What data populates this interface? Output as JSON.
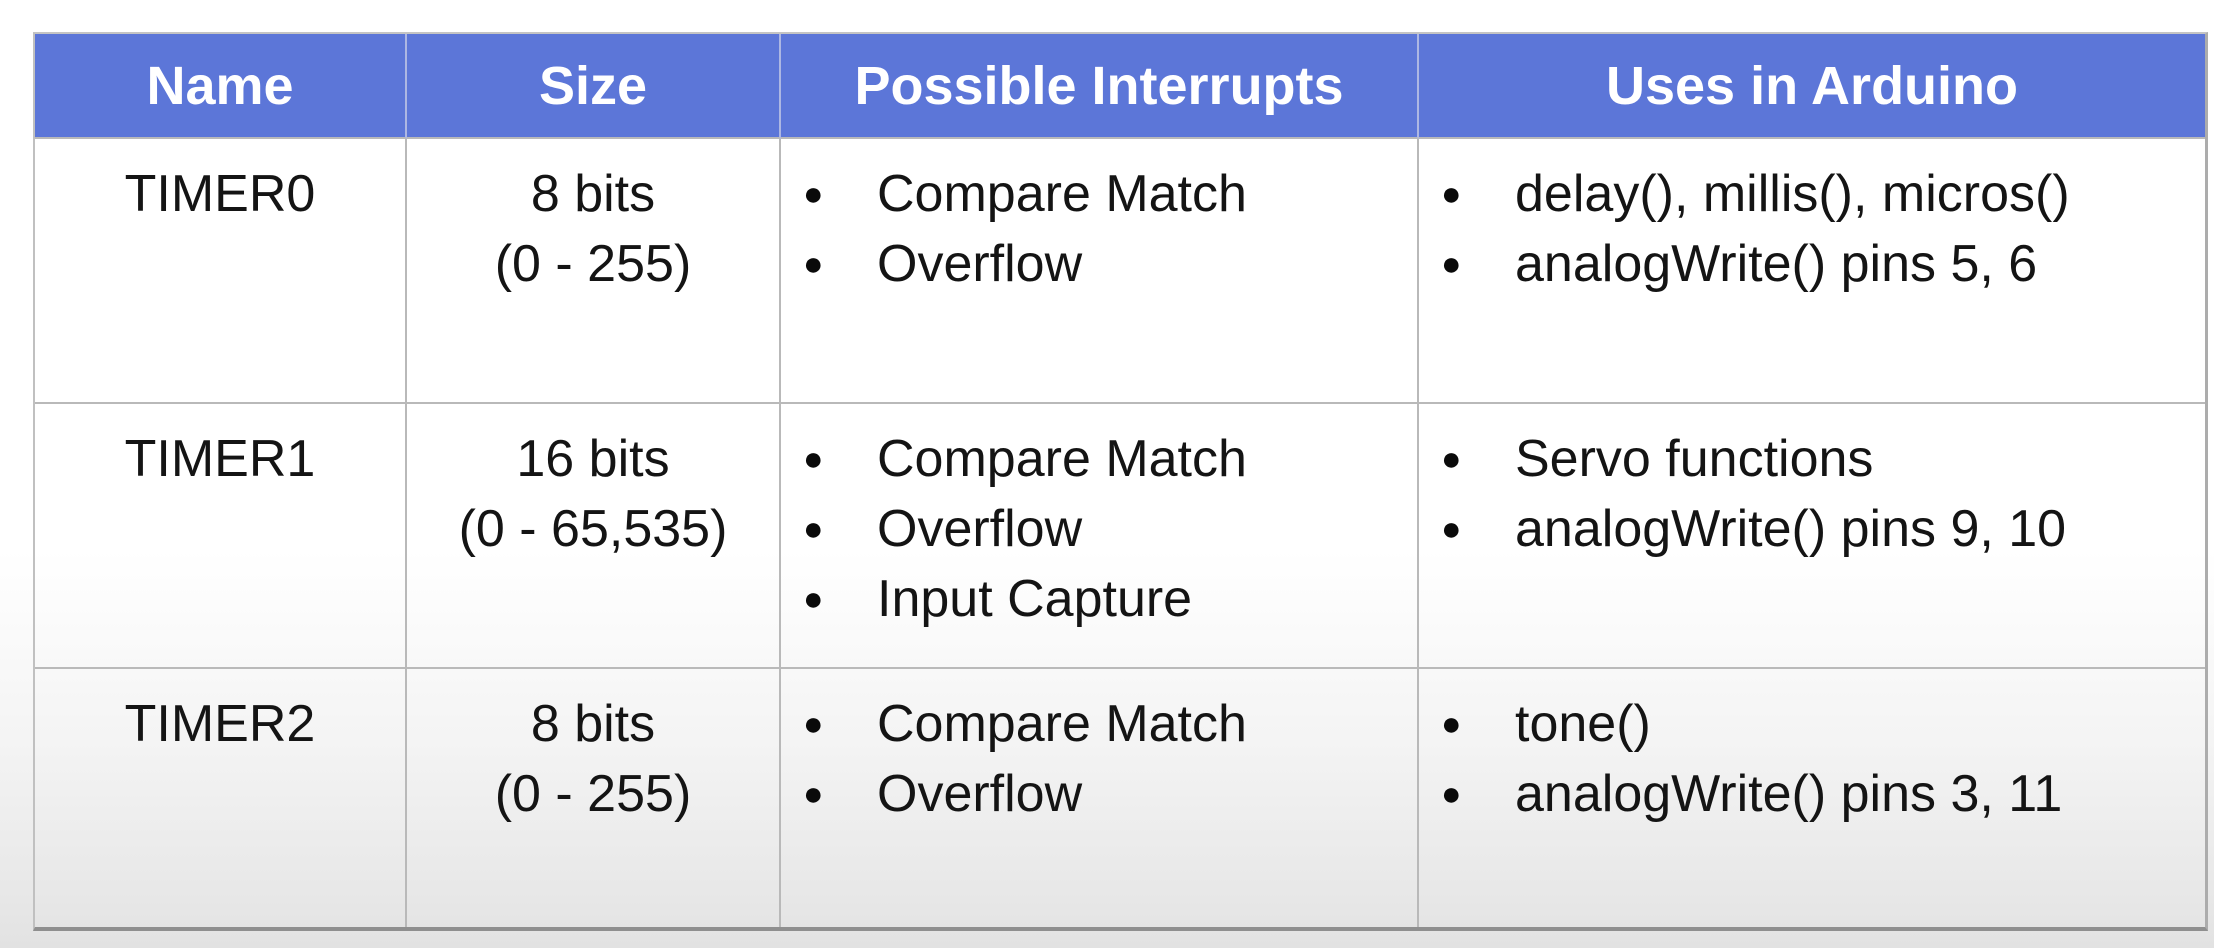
{
  "icons": {
    "bullet": "●"
  },
  "colors": {
    "header_bg": "#5C76D8",
    "header_text": "#FFFFFF",
    "body_text": "#141414",
    "grid_line": "#B9B9B9",
    "outer_border": "#ACACAC",
    "outer_border_dark": "#8F8F8F",
    "page_top": "#FFFFFF",
    "page_bottom": "#E2E2E2"
  },
  "table": {
    "columns": [
      {
        "label": "Name"
      },
      {
        "label": "Size"
      },
      {
        "label": "Possible Interrupts"
      },
      {
        "label": "Uses in Arduino"
      }
    ],
    "rows": [
      {
        "name": "TIMER0",
        "size_lines": [
          "8 bits",
          "(0 - 255)"
        ],
        "interrupts": [
          "Compare Match",
          "Overflow"
        ],
        "uses": [
          "delay(), millis(), micros()",
          "analogWrite() pins 5, 6"
        ]
      },
      {
        "name": "TIMER1",
        "size_lines": [
          "16 bits",
          "(0 - 65,535)"
        ],
        "interrupts": [
          "Compare Match",
          "Overflow",
          "Input Capture"
        ],
        "uses": [
          "Servo functions",
          "analogWrite() pins 9, 10"
        ]
      },
      {
        "name": "TIMER2",
        "size_lines": [
          "8 bits",
          "(0 - 255)"
        ],
        "interrupts": [
          "Compare Match",
          "Overflow"
        ],
        "uses": [
          "tone()",
          "analogWrite() pins 3, 11"
        ]
      }
    ]
  }
}
